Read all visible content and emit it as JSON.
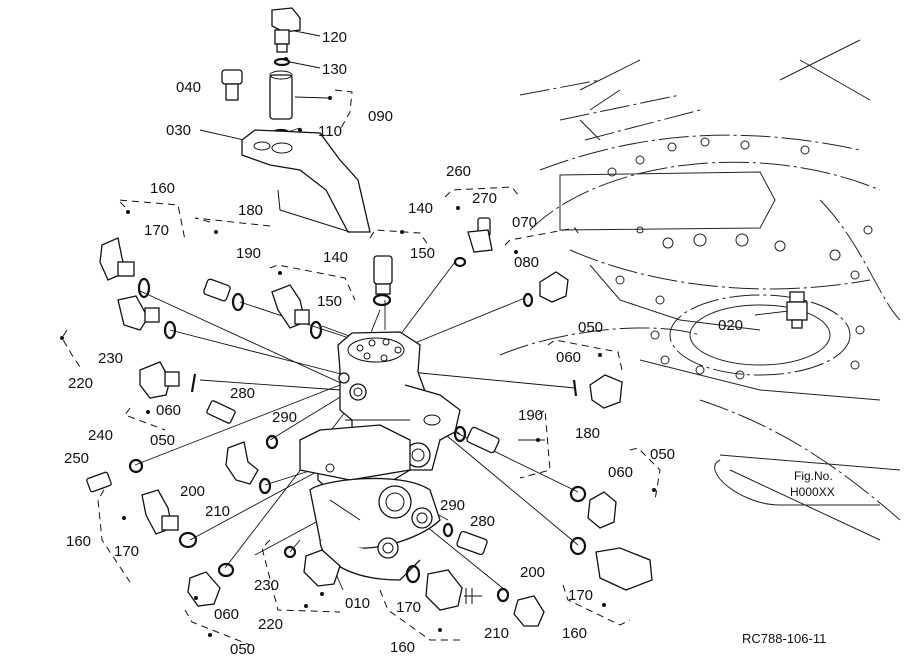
{
  "diagram": {
    "reference_code": "RC788-106-11",
    "figure_label_line1": "Fig.No.",
    "figure_label_line2": "H000XX",
    "labels": {
      "l120": "120",
      "l130": "130",
      "l040": "040",
      "l090": "090",
      "l110": "110",
      "l030": "030",
      "l260": "260",
      "l270": "270",
      "l160_top": "160",
      "l170_top": "170",
      "l180_left": "180",
      "l190_left": "190",
      "l140_mid": "140",
      "l150_mid": "150",
      "l140_right": "140",
      "l150_right": "150",
      "l070": "070",
      "l080": "080",
      "l020": "020",
      "l050_right": "050",
      "l060_right": "060",
      "l230_left": "230",
      "l220_left": "220",
      "l060_left": "060",
      "l050_left": "050",
      "l280_left": "280",
      "l290_left": "290",
      "l240": "240",
      "l250": "250",
      "l200_left": "200",
      "l210_left": "210",
      "l190_right": "190",
      "l180_right": "180",
      "l060_right2": "060",
      "l050_right2": "050",
      "l160_left": "160",
      "l170_left": "170",
      "l290_right": "290",
      "l280_right": "280",
      "l230_bottom": "230",
      "l220_bottom": "220",
      "l010": "010",
      "l060_bottom": "060",
      "l050_bottom": "050",
      "l170_bottom": "170",
      "l160_bottom": "160",
      "l200_bottom": "200",
      "l210_bottom": "210",
      "l170_bottom_right": "170",
      "l160_bottom_right": "160"
    }
  }
}
